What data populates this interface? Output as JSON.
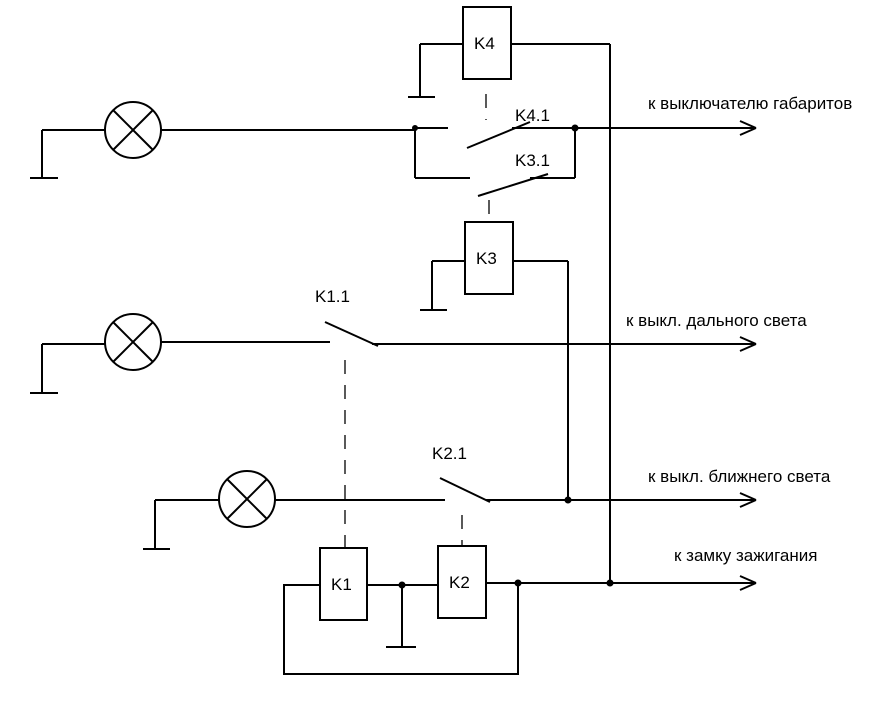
{
  "relays": {
    "k1": "K1",
    "k2": "K2",
    "k3": "K3",
    "k4": "K4"
  },
  "contacts": {
    "k1_1": "K1.1",
    "k2_1": "K2.1",
    "k3_1": "K3.1",
    "k4_1": "K4.1"
  },
  "outputs": {
    "parking_lights": "к выключателю габаритов",
    "high_beam": "к выкл. дального света",
    "low_beam": "к выкл. ближнего света",
    "ignition": "к замку зажигания"
  },
  "icons": {
    "lamp": "lamp-icon",
    "ground": "ground-icon",
    "arrow": "arrow-icon"
  }
}
